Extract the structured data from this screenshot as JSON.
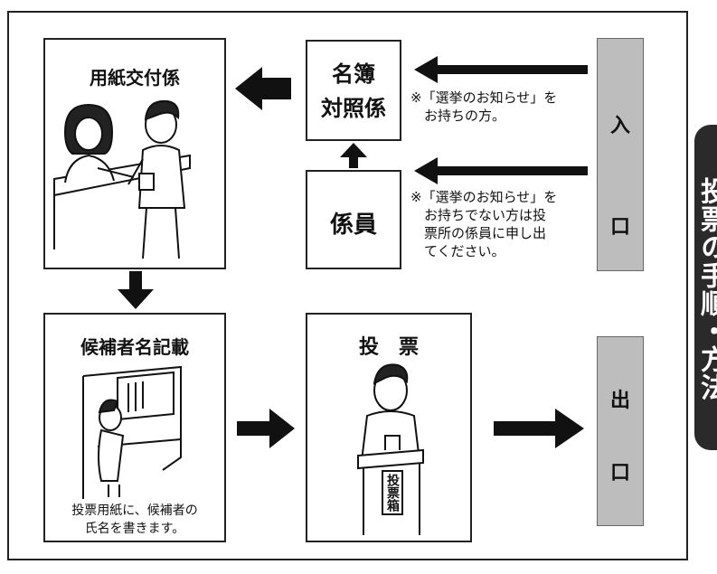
{
  "boxes": {
    "issue_desk": {
      "title": "用紙交付係"
    },
    "roster_check": {
      "title_line1": "名簿",
      "title_line2": "対照係"
    },
    "staff": {
      "title": "係員"
    },
    "write_candidate": {
      "title": "候補者名記載",
      "caption_line1": "投票用紙に、候補者の",
      "caption_line2": "氏名を書きます。"
    },
    "vote": {
      "title": "投　票",
      "ballot_box_label": "投票箱"
    }
  },
  "entrance": {
    "char1": "入",
    "char2": "口"
  },
  "exit": {
    "char1": "出",
    "char2": "口"
  },
  "notes": {
    "with_notice": "※「選挙のお知らせ」を\n　お持ちの方。",
    "without_notice": "※「選挙のお知らせ」を\n　お持ちでない方は投\n　票所の係員に申し出\n　てください。"
  },
  "side_tab": {
    "text": "投票の手順・方法"
  },
  "colors": {
    "gate": "#bdbdbd",
    "tab": "#2a2a2a",
    "arrow": "#111111",
    "line": "#222222"
  }
}
